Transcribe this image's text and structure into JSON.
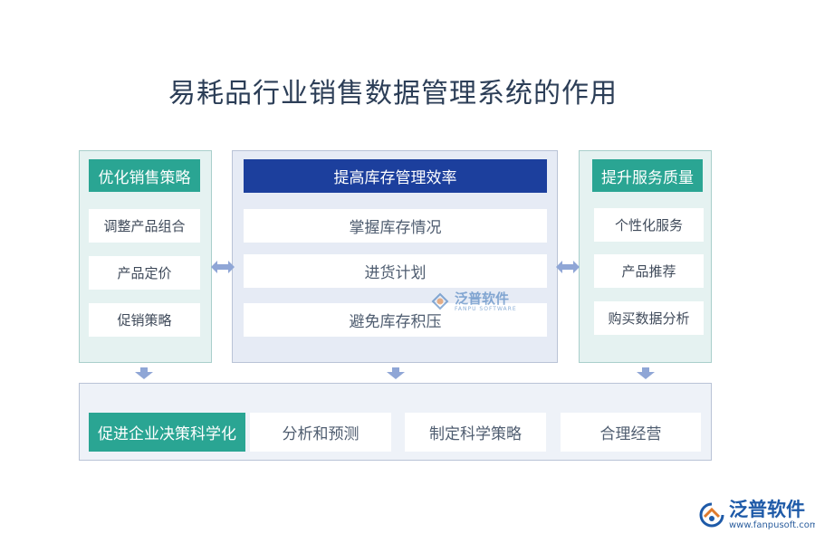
{
  "title": "易耗品行业销售数据管理系统的作用",
  "left": {
    "heading": "优化销售策略",
    "items": [
      "调整产品组合",
      "产品定价",
      "促销策略"
    ]
  },
  "middle": {
    "heading": "提高库存管理效率",
    "items": [
      "掌握库存情况",
      "进货计划",
      "避免库存积压"
    ]
  },
  "right": {
    "heading": "提升服务质量",
    "items": [
      "个性化服务",
      "产品推荐",
      "购买数据分析"
    ]
  },
  "bottom": {
    "heading": "促进企业决策科学化",
    "items": [
      "分析和预测",
      "制定科学策略",
      "合理经营"
    ]
  },
  "watermark": {
    "cn": "泛普软件",
    "en": "FANPU SOFTWARE"
  },
  "logo": {
    "cn": "泛普软件",
    "en": "www.fanpusoft.com"
  },
  "colors": {
    "teal": "#2aa593",
    "navy": "#1c3f9d",
    "arrow": "#8fa6d6",
    "panel_blue": "#e6ebf5",
    "panel_teal": "#e5f2f1"
  }
}
